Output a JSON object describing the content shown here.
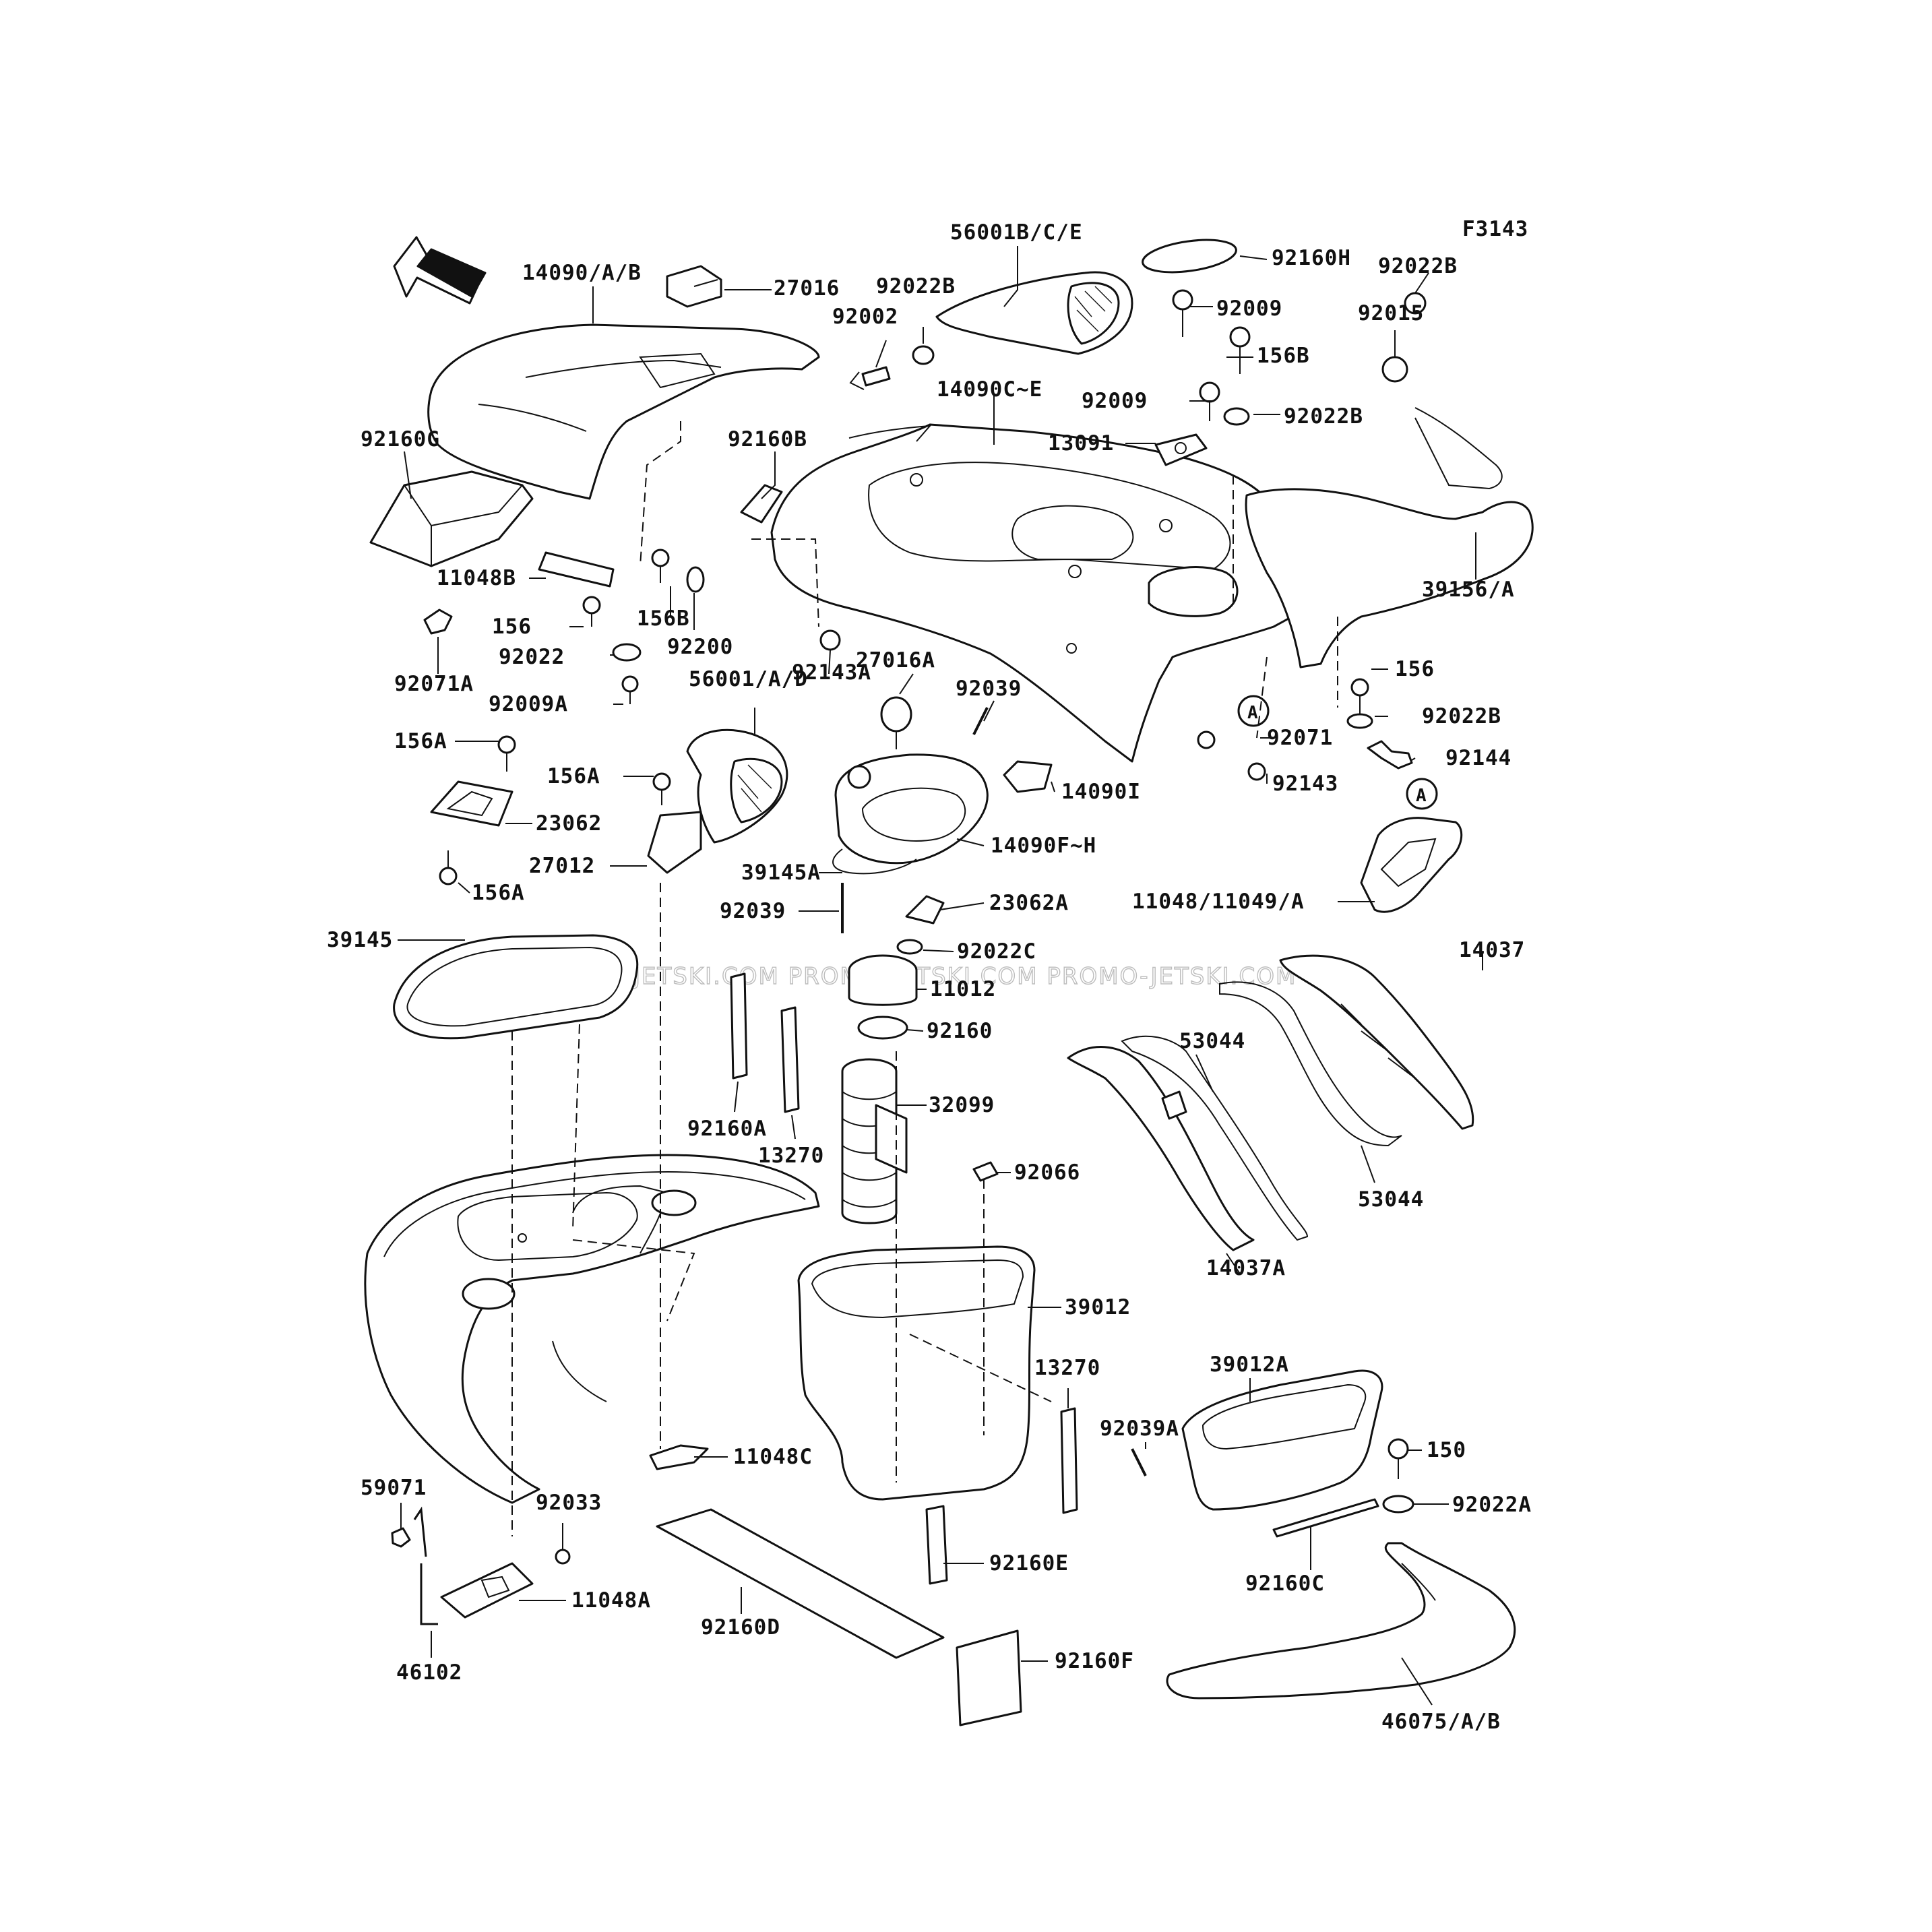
{
  "figure_code": "F3143",
  "front_arrow_label": "FRONT",
  "circle_ref": "A",
  "watermark": "JETSKI.COM  PROMO-JETSKI.COM  PROMO-JETSKI.COM",
  "part_labels": [
    {
      "id": "56001-bce",
      "text": "56001B/C/E"
    },
    {
      "id": "92160h",
      "text": "92160H"
    },
    {
      "id": "92022b-top",
      "text": "92022B"
    },
    {
      "id": "92022b-right",
      "text": "92022B"
    },
    {
      "id": "14090-ab",
      "text": "14090/A/B"
    },
    {
      "id": "27016",
      "text": "27016"
    },
    {
      "id": "92002",
      "text": "92002"
    },
    {
      "id": "92009-top",
      "text": "92009"
    },
    {
      "id": "92015",
      "text": "92015"
    },
    {
      "id": "156b-top",
      "text": "156B"
    },
    {
      "id": "14090c-e",
      "text": "14090C~E"
    },
    {
      "id": "92009-mid",
      "text": "92009"
    },
    {
      "id": "92022b-mid",
      "text": "92022B"
    },
    {
      "id": "13091",
      "text": "13091"
    },
    {
      "id": "92160g",
      "text": "92160G"
    },
    {
      "id": "92160b",
      "text": "92160B"
    },
    {
      "id": "39156-a",
      "text": "39156/A"
    },
    {
      "id": "11048b",
      "text": "11048B"
    },
    {
      "id": "156b-mid",
      "text": "156B"
    },
    {
      "id": "156-left",
      "text": "156"
    },
    {
      "id": "92200",
      "text": "92200"
    },
    {
      "id": "92022",
      "text": "92022"
    },
    {
      "id": "92071a",
      "text": "92071A"
    },
    {
      "id": "27016a",
      "text": "27016A"
    },
    {
      "id": "156-right",
      "text": "156"
    },
    {
      "id": "56001-ad",
      "text": "56001/A/D"
    },
    {
      "id": "92143a",
      "text": "92143A"
    },
    {
      "id": "92039-top",
      "text": "92039"
    },
    {
      "id": "92009a",
      "text": "92009A"
    },
    {
      "id": "92022b-low",
      "text": "92022B"
    },
    {
      "id": "92071",
      "text": "92071"
    },
    {
      "id": "156a-1",
      "text": "156A"
    },
    {
      "id": "92144",
      "text": "92144"
    },
    {
      "id": "156a-2",
      "text": "156A"
    },
    {
      "id": "140901",
      "text": "14090I"
    },
    {
      "id": "92143",
      "text": "92143"
    },
    {
      "id": "23062",
      "text": "23062"
    },
    {
      "id": "14090f-h",
      "text": "14090F~H"
    },
    {
      "id": "27012",
      "text": "27012"
    },
    {
      "id": "39145a",
      "text": "39145A"
    },
    {
      "id": "156a-3",
      "text": "156A"
    },
    {
      "id": "11048-11049",
      "text": "11048/11049/A"
    },
    {
      "id": "23062a",
      "text": "23062A"
    },
    {
      "id": "92039-mid",
      "text": "92039"
    },
    {
      "id": "39145",
      "text": "39145"
    },
    {
      "id": "92022c",
      "text": "92022C"
    },
    {
      "id": "14037",
      "text": "14037"
    },
    {
      "id": "11012",
      "text": "11012"
    },
    {
      "id": "92160",
      "text": "92160"
    },
    {
      "id": "53044-a",
      "text": "53044"
    },
    {
      "id": "32099",
      "text": "32099"
    },
    {
      "id": "92160a",
      "text": "92160A"
    },
    {
      "id": "13270-a",
      "text": "13270"
    },
    {
      "id": "92066",
      "text": "92066"
    },
    {
      "id": "53044-b",
      "text": "53044"
    },
    {
      "id": "14037a",
      "text": "14037A"
    },
    {
      "id": "39012",
      "text": "39012"
    },
    {
      "id": "39012a",
      "text": "39012A"
    },
    {
      "id": "13270-b",
      "text": "13270"
    },
    {
      "id": "92039a",
      "text": "92039A"
    },
    {
      "id": "11048c",
      "text": "11048C"
    },
    {
      "id": "150",
      "text": "150"
    },
    {
      "id": "59071",
      "text": "59071"
    },
    {
      "id": "92033",
      "text": "92033"
    },
    {
      "id": "92022a",
      "text": "92022A"
    },
    {
      "id": "92160e",
      "text": "92160E"
    },
    {
      "id": "11048a",
      "text": "11048A"
    },
    {
      "id": "92160c",
      "text": "92160C"
    },
    {
      "id": "92160d",
      "text": "92160D"
    },
    {
      "id": "92160f",
      "text": "92160F"
    },
    {
      "id": "46102",
      "text": "46102"
    },
    {
      "id": "46075-ab",
      "text": "46075/A/B"
    }
  ]
}
